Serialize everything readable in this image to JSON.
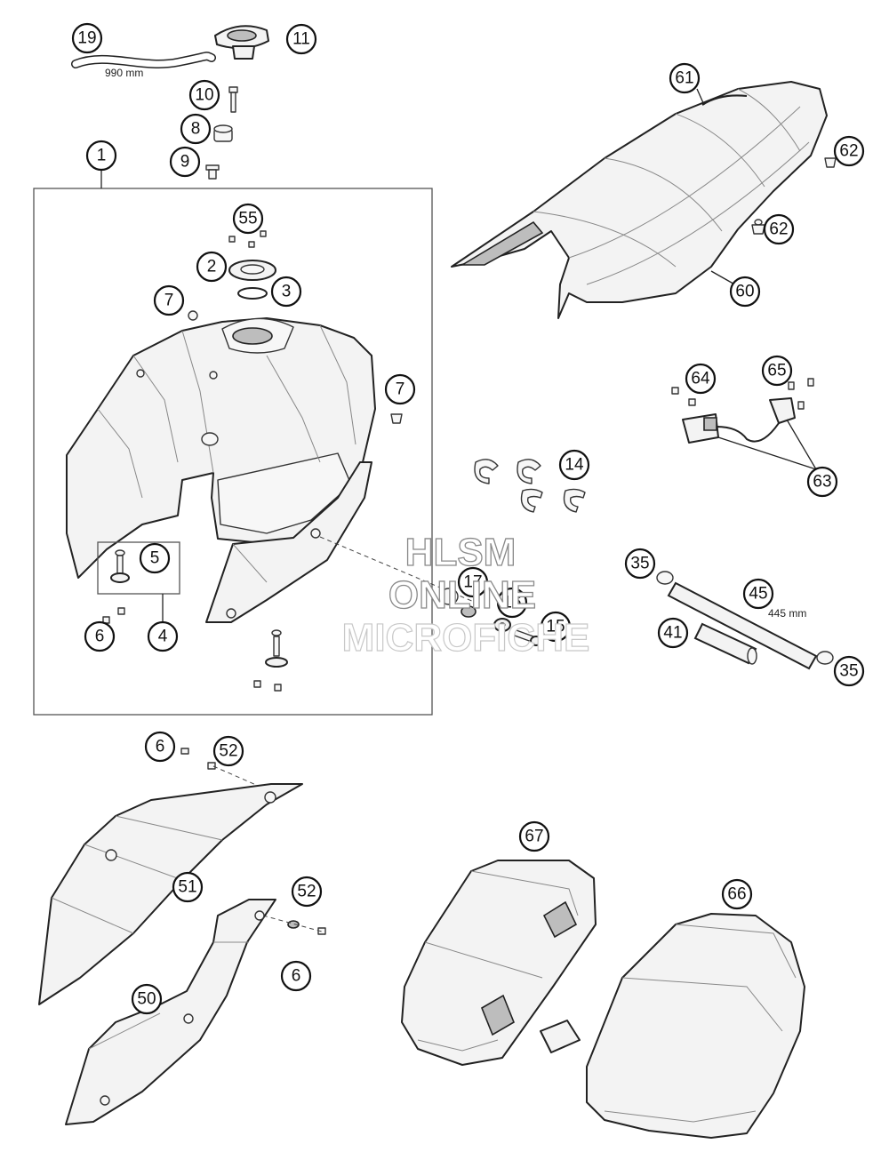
{
  "callouts": {
    "c19": "19",
    "c11": "11",
    "c10": "10",
    "c8": "8",
    "c9": "9",
    "c1": "1",
    "c55": "55",
    "c2": "2",
    "c3": "3",
    "c7a": "7",
    "c7b": "7",
    "c5": "5",
    "c4": "4",
    "c6a": "6",
    "c14": "14",
    "c17": "17",
    "c16": "16",
    "c15": "15",
    "c61": "61",
    "c62a": "62",
    "c62b": "62",
    "c60": "60",
    "c64": "64",
    "c65": "65",
    "c63": "63",
    "c35a": "35",
    "c45": "45",
    "c41": "41",
    "c35b": "35",
    "c6b": "6",
    "c52a": "52",
    "c51": "51",
    "c52b": "52",
    "c6c": "6",
    "c50": "50",
    "c67": "67",
    "c66": "66"
  },
  "measurements": {
    "hose_19": "990 mm",
    "hose_45": "445 mm"
  },
  "watermark": {
    "line1": "HLSM",
    "line2": "ONLINE",
    "line3": "MICROFICHE"
  }
}
